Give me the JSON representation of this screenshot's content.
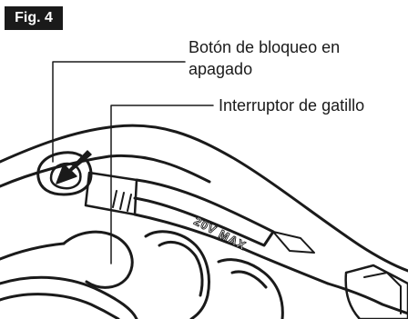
{
  "figure": {
    "label": "Fig. 4"
  },
  "callouts": {
    "lock_off_button": "Botón de bloqueo en apagado",
    "trigger_switch": "Interruptor de gatillo"
  },
  "tool_marking": "20V MAX"
}
